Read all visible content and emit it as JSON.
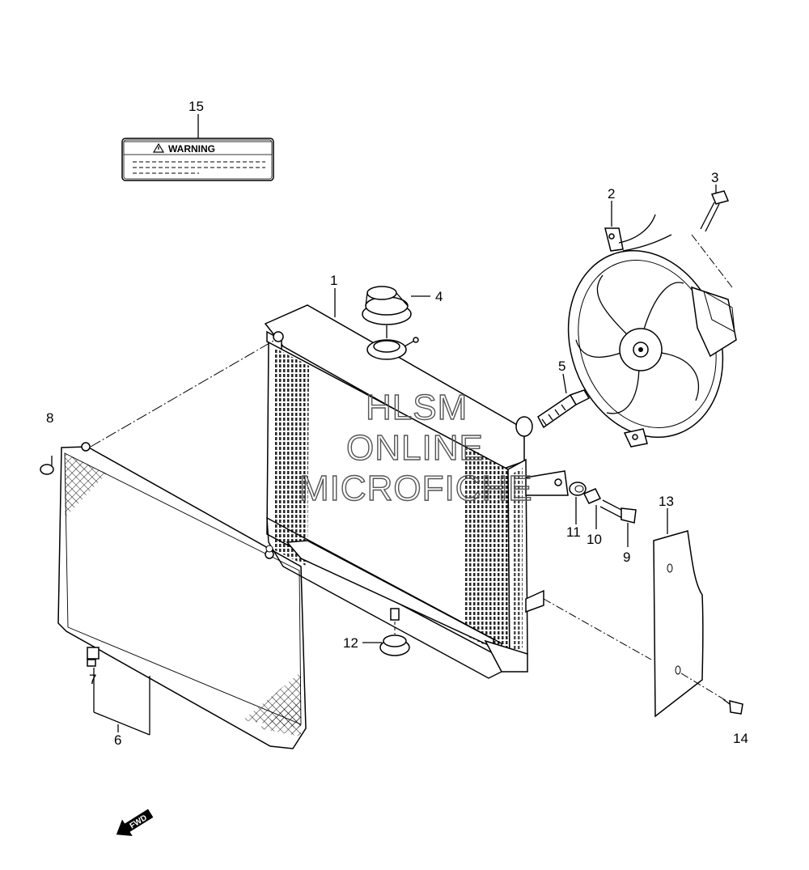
{
  "callouts": {
    "p1": "1",
    "p2": "2",
    "p3": "3",
    "p4": "4",
    "p5": "5",
    "p6": "6",
    "p7": "7",
    "p8": "8",
    "p9": "9",
    "p10": "10",
    "p11": "11",
    "p12": "12",
    "p13": "13",
    "p14": "14",
    "p15": "15"
  },
  "warning_label": {
    "text": "WARNING"
  },
  "watermark": {
    "line1": "HLSM",
    "line2": "ONLINE",
    "line3": "MICROFICHE"
  },
  "direction_arrow": {
    "text": "FWD"
  },
  "colors": {
    "line": "#000000",
    "background": "#ffffff",
    "watermark": "#555555"
  },
  "icons": [
    "warning-triangle-icon",
    "fwd-arrow-icon"
  ]
}
